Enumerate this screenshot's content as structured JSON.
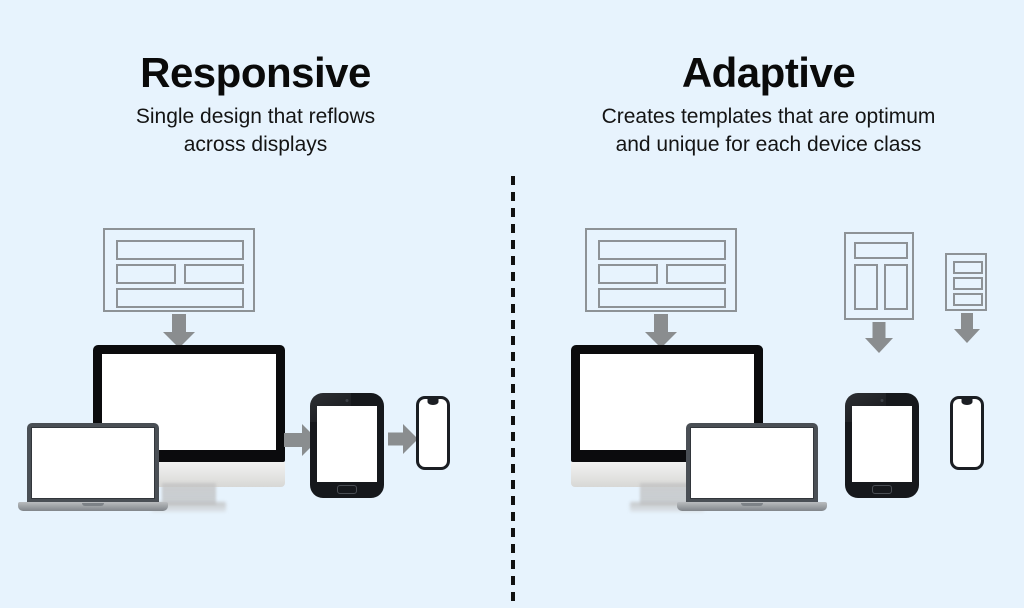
{
  "background_color": "#e7f3fd",
  "divider": {
    "style": "vertical-dashed",
    "color": "#111111"
  },
  "colors": {
    "background": "#e7f3fd",
    "wireframe_stroke": "#8d9296",
    "arrow": "#8a8d8f",
    "monitor_bezel": "#0b0b0d",
    "laptop_bezel": "#4a4f55",
    "tablet_body": "#16181c",
    "phone_body": "#1b1e23",
    "text": "#0a0a0a"
  },
  "panels": [
    {
      "id": "responsive",
      "title": "Responsive",
      "subtitle_lines": [
        "Single design that reflows",
        "across displays"
      ],
      "wireframes": [
        {
          "name": "desktop-wireframe",
          "layout": "full-bar / two-columns / full-bar"
        }
      ],
      "devices": [
        {
          "name": "desktop-monitor"
        },
        {
          "name": "laptop"
        },
        {
          "name": "tablet"
        },
        {
          "name": "phone"
        }
      ],
      "arrows": [
        {
          "name": "wireframe-to-monitor-arrow",
          "direction": "down"
        },
        {
          "name": "monitor-to-tablet-arrow",
          "direction": "right"
        },
        {
          "name": "tablet-to-phone-arrow",
          "direction": "right"
        }
      ]
    },
    {
      "id": "adaptive",
      "title": "Adaptive",
      "subtitle_lines": [
        "Creates templates that are optimum",
        "and unique for each device class"
      ],
      "wireframes": [
        {
          "name": "desktop-wireframe",
          "layout": "full-bar / two-columns / full-bar"
        },
        {
          "name": "tablet-wireframe",
          "layout": "header-bar / two-tall-columns"
        },
        {
          "name": "phone-wireframe",
          "layout": "three-stacked-bars"
        }
      ],
      "devices": [
        {
          "name": "desktop-monitor"
        },
        {
          "name": "laptop"
        },
        {
          "name": "tablet"
        },
        {
          "name": "phone"
        }
      ],
      "arrows": [
        {
          "name": "desktop-wireframe-to-monitor-arrow",
          "direction": "down"
        },
        {
          "name": "tablet-wireframe-to-tablet-arrow",
          "direction": "down"
        },
        {
          "name": "phone-wireframe-to-phone-arrow",
          "direction": "down"
        }
      ]
    }
  ]
}
